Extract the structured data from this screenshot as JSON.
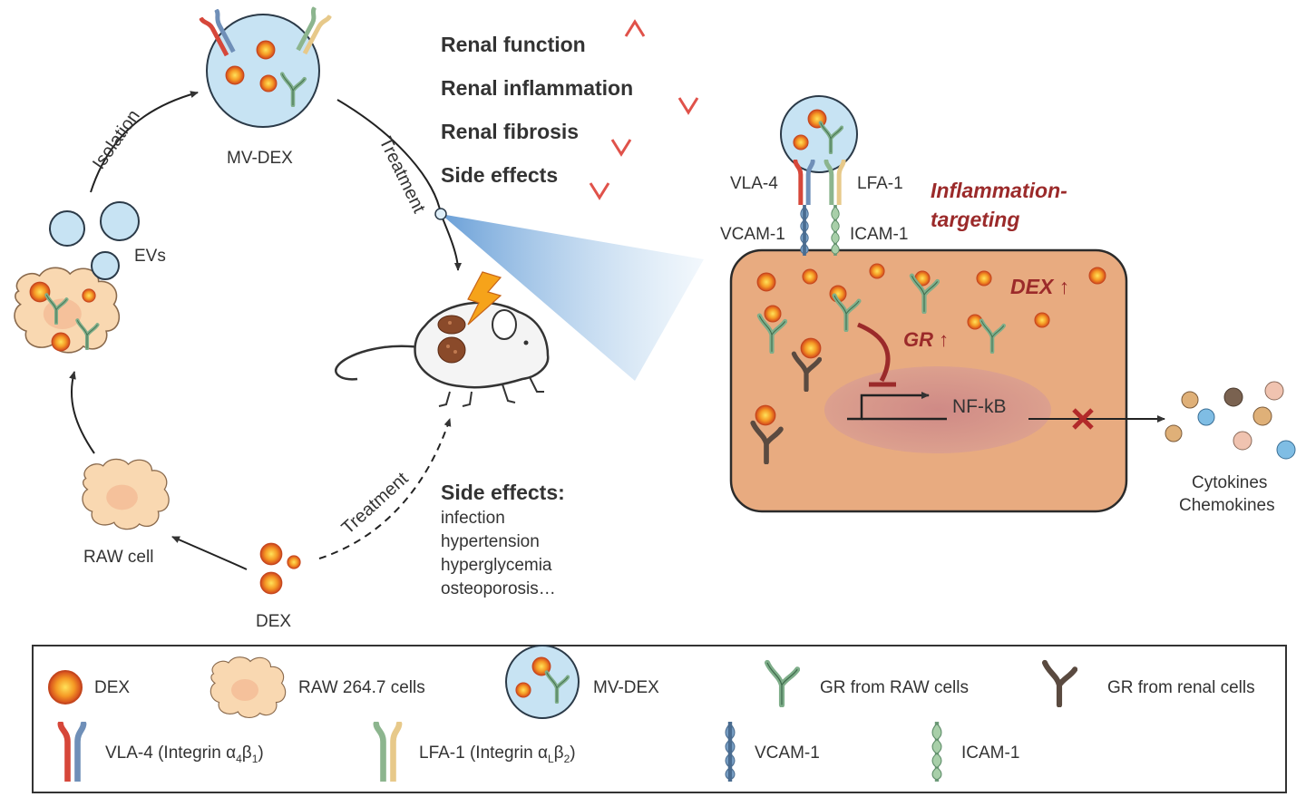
{
  "cycle": {
    "mvdex_label": "MV-DEX",
    "isolation_label": "Isolation",
    "treatment_top_label": "Treatment",
    "evs_label": "EVs",
    "raw_cell_label": "RAW cell",
    "dex_label": "DEX",
    "treatment_bottom_label": "Treatment"
  },
  "outcomes": [
    {
      "text": "Renal function",
      "direction": "up"
    },
    {
      "text": "Renal inflammation",
      "direction": "down"
    },
    {
      "text": "Renal fibrosis",
      "direction": "down"
    },
    {
      "text": "Side effects",
      "direction": "down"
    }
  ],
  "side_effects": {
    "title": "Side effects:",
    "items": [
      "infection",
      "hypertension",
      "hyperglycemia",
      "osteoporosis…"
    ]
  },
  "mechanism": {
    "vla4": "VLA-4",
    "lfa1": "LFA-1",
    "vcam1": "VCAM-1",
    "icam1": "ICAM-1",
    "targeting": [
      "Inflammation-",
      "targeting"
    ],
    "dex_up": "DEX ↑",
    "gr_up": "GR ↑",
    "nfkb": "NF-kB",
    "cytokines": [
      "Cytokines",
      "Chemokines"
    ]
  },
  "legend": {
    "row1": [
      "DEX",
      "RAW 264.7 cells",
      "MV-DEX",
      "GR from RAW cells",
      "GR from renal cells"
    ],
    "row2": [
      {
        "main": "VLA-4 (Integrin α",
        "sub1": "4",
        "mid": "β",
        "sub2": "1",
        "end": ")"
      },
      {
        "main": "LFA-1 (Integrin α",
        "sub1": "L",
        "mid": "β",
        "sub2": "2",
        "end": ")"
      },
      {
        "main": "VCAM-1"
      },
      {
        "main": "ICAM-1"
      }
    ]
  },
  "colors": {
    "dex_orange": "#f39c2b",
    "ev_blue": "#c7e3f3",
    "cell_peach": "#f7d6b0",
    "renal_cell": "#e6a77c",
    "gr_raw_green": "#7fae8a",
    "gr_renal_dark": "#5a4a40",
    "arrow_red": "#e0524a",
    "label_red": "#9b2a2a"
  }
}
